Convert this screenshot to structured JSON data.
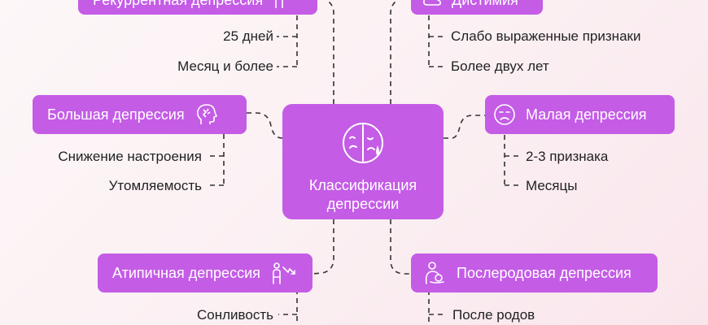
{
  "center": {
    "line1": "Классификация",
    "line2": "депрессии",
    "icon": "theater-masks-icon"
  },
  "branches": {
    "recurrent": {
      "title": "Рекуррентная депрессия",
      "icon": "person-idea-icon",
      "items": [
        "25 дней",
        "Месяц и более"
      ]
    },
    "dysthymia": {
      "title": "Дистимия",
      "icon": "cloud-icon",
      "items": [
        "Слабо выраженные признаки",
        "Более двух лет"
      ]
    },
    "major": {
      "title": "Большая депрессия",
      "icon": "head-brain-icon",
      "items": [
        "Снижение настроения",
        "Утомляемость"
      ]
    },
    "minor": {
      "title": "Малая депрессия",
      "icon": "sad-face-icon",
      "items": [
        "2-3 признака",
        "Месяцы"
      ]
    },
    "atypical": {
      "title": "Атипичная депрессия",
      "icon": "person-arrow-icon",
      "items": [
        "Сонливость"
      ]
    },
    "postpartum": {
      "title": "Послеродовая депрессия",
      "icon": "mother-baby-icon",
      "items": [
        "После родов"
      ]
    }
  },
  "colors": {
    "box": "#c45ce6",
    "text": "#222222",
    "connector": "#333333",
    "background": "#fbeff2"
  }
}
